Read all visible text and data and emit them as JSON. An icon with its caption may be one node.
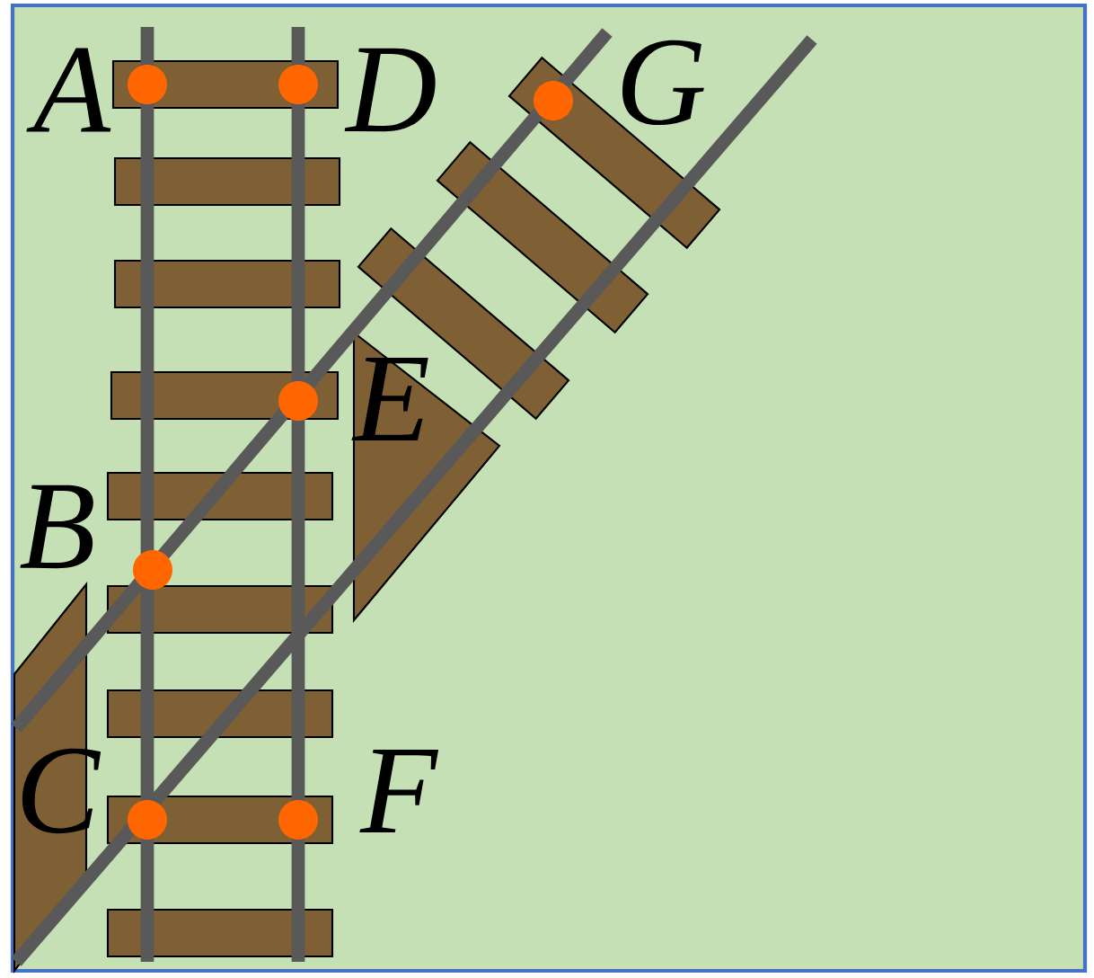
{
  "diagram": {
    "labels": [
      "A",
      "D",
      "G",
      "E",
      "B",
      "C",
      "F"
    ]
  }
}
